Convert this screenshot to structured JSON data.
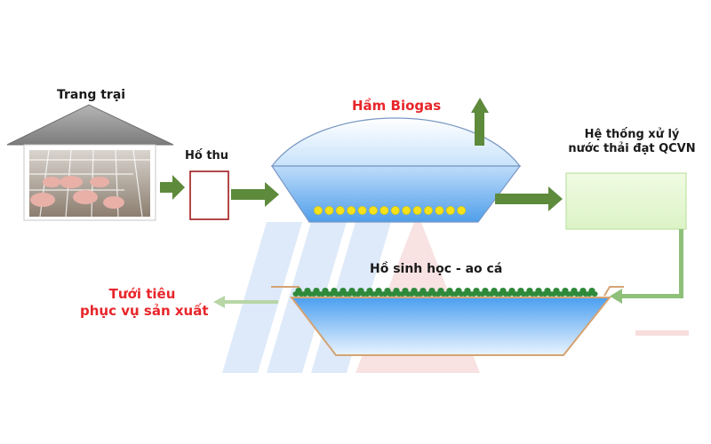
{
  "labels": {
    "farm": "Trang trại",
    "collection_tank": "Hố thu",
    "biogas": "Hầm Biogas",
    "treatment_line1": "Hệ thống xử lý",
    "treatment_line2": "nước thải đạt QCVN",
    "pond": "Hồ sinh học - ao cá",
    "irrigation_line1": "Tưới tiêu",
    "irrigation_line2": "phục vụ sản xuất"
  },
  "colors": {
    "arrow_green": "#5e8a3c",
    "biogas_red": "#e8262b",
    "treatment_box_fill": "#e6f8d4",
    "tank_outline": "#a01c1c",
    "water_blue": "#5aa8ee",
    "pond_outline": "#d4a373",
    "bubble_yellow": "#f5e21a",
    "plant_green": "#2e8a3a",
    "roof_gray": "#8a8a8a"
  }
}
